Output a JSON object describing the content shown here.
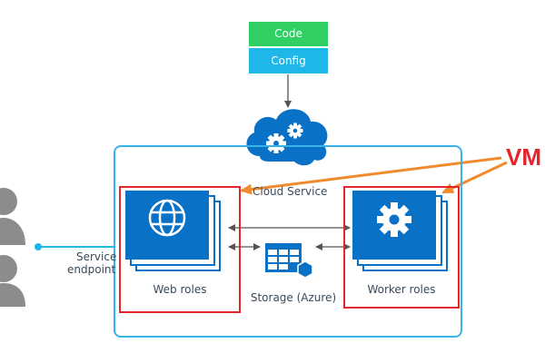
{
  "code_label": "Code",
  "config_label": "Config",
  "cloud_service_label": "Cloud Service",
  "service_endpoint_line1": "Service",
  "service_endpoint_line2": "endpoint",
  "web_roles_label": "Web roles",
  "worker_roles_label": "Worker roles",
  "storage_label": "Storage (Azure)",
  "vm_label": "VM",
  "colors": {
    "code_green": "#2fcf63",
    "config_blue": "#1fb6e8",
    "azure_blue": "#0a72c6",
    "container_border": "#3ab3e6",
    "highlight_red": "#e5252b",
    "arrow_orange": "#f28a2e",
    "vm_red": "#e5252b",
    "users_gray": "#8c8c8c"
  },
  "icons": [
    "globe-icon",
    "gear-icon",
    "cloud-gears-icon",
    "table-icon",
    "user-icon"
  ]
}
